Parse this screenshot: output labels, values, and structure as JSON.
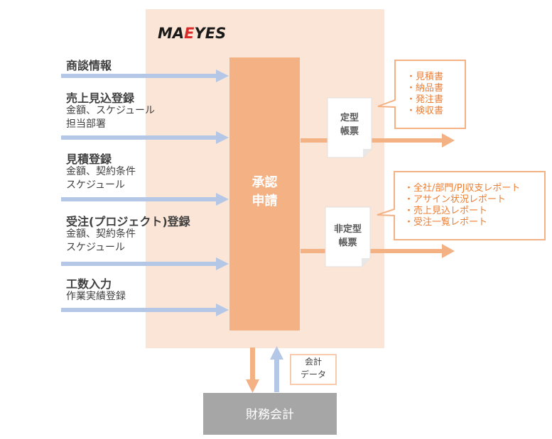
{
  "logo": {
    "part1": "MA",
    "part2": "E",
    "part3": "YES"
  },
  "approval": {
    "label": "承認\n申請"
  },
  "inputs": [
    {
      "title": "商談情報",
      "sub": ""
    },
    {
      "title": "売上見込登録",
      "sub": "金額、スケジュール\n担当部署"
    },
    {
      "title": "見積登録",
      "sub": "金額、契約条件\nスケジュール"
    },
    {
      "title": "受注(プロジェクト)登録",
      "sub": "金額、契約条件\nスケジュール"
    },
    {
      "title": "工数入力",
      "sub": "作業実績登録"
    }
  ],
  "documents": {
    "fixed": {
      "label": "定型\n帳票",
      "items": [
        "・見積書",
        "・納品書",
        "・発注書",
        "・検収書"
      ]
    },
    "nonfixed": {
      "label": "非定型\n帳票",
      "items": [
        "・全社/部門/PJ収支レポート",
        "・アサイン状況レポート",
        "・売上見込レポート",
        "・受注一覧レポート"
      ]
    }
  },
  "finance": {
    "label": "財務会計"
  },
  "accounting_data": {
    "label": "会計\nデータ"
  },
  "colors": {
    "panel": "#fbe5d6",
    "approval": "#f4b183",
    "input_arrow": "#b4c7e7",
    "output_arrow": "#f4b183",
    "finance": "#a6a6a6",
    "callout_text": "#ed7d31"
  }
}
